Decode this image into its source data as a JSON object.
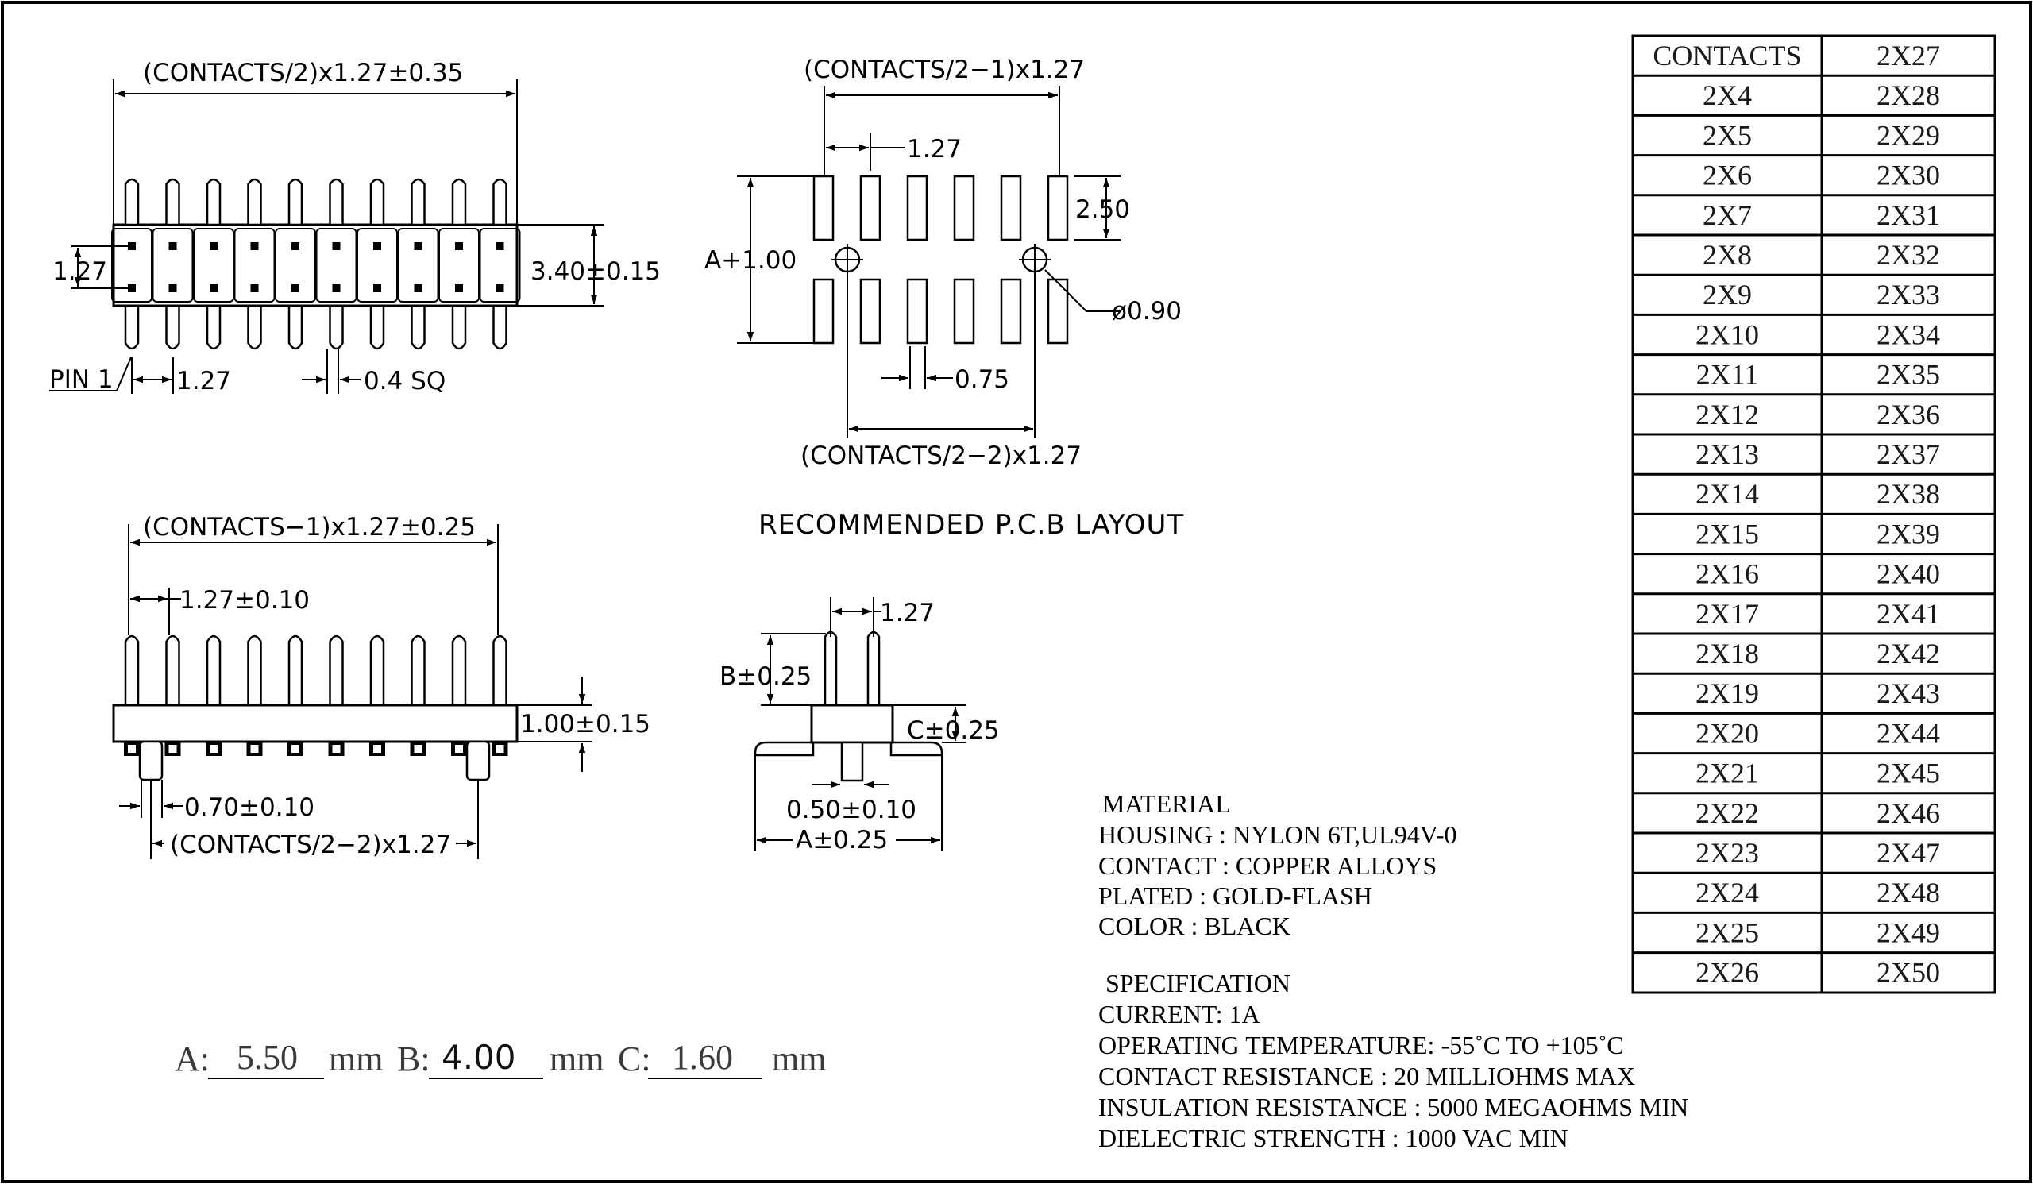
{
  "top_view": {
    "width_dim": "(CONTACTS/2)x1.27±0.35",
    "row_pitch": "1.27",
    "height_dim": "3.40±0.15",
    "pin1_label": "PIN 1",
    "pitch": "1.27",
    "pin_size": "0.4  SQ"
  },
  "pcb_layout": {
    "top_dim": "(CONTACTS/2−1)x1.27",
    "pitch": "1.27",
    "pad_length": "2.50",
    "a_dim": "A+1.00",
    "hole_dia": "ø0.90",
    "pad_width": "0.75",
    "bottom_dim": "(CONTACTS/2−2)x1.27",
    "title": "RECOMMENDED P.C.B LAYOUT"
  },
  "side_view": {
    "length_dim": "(CONTACTS−1)x1.27±0.25",
    "pitch": "1.27±0.10",
    "body_height": "1.00±0.15",
    "post_width": "0.70±0.10",
    "post_span": "(CONTACTS/2−2)x1.27"
  },
  "end_view": {
    "pitch": "1.27",
    "b_dim": "B±0.25",
    "c_dim": "C±0.25",
    "post_width": "0.50±0.10",
    "a_dim": "A±0.25"
  },
  "values": {
    "a_label": "A:",
    "a_value": "5.50",
    "a_unit": "mm",
    "b_label": "B:",
    "b_value": "4.00",
    "b_unit": "mm",
    "c_label": "C:",
    "c_value": "1.60",
    "c_unit": "mm"
  },
  "material": {
    "heading": "MATERIAL",
    "lines": [
      "HOUSING  :  NYLON 6T,UL94V-0",
      "CONTACT :  COPPER ALLOYS",
      "PLATED : GOLD-FLASH",
      "COLOR : BLACK"
    ]
  },
  "specification": {
    "heading": "SPECIFICATION",
    "lines": [
      "CURRENT: 1A",
      "OPERATING TEMPERATURE:  -55˚C  TO +105˚C",
      "CONTACT RESISTANCE : 20 MILLIOHMS MAX",
      "INSULATION RESISTANCE : 5000 MEGAOHMS MIN",
      "DIELECTRIC STRENGTH  : 1000 VAC MIN"
    ]
  },
  "contacts_table": {
    "header": "CONTACTS",
    "col1": [
      "2X4",
      "2X5",
      "2X6",
      "2X7",
      "2X8",
      "2X9",
      "2X10",
      "2X11",
      "2X12",
      "2X13",
      "2X14",
      "2X15",
      "2X16",
      "2X17",
      "2X18",
      "2X19",
      "2X20",
      "2X21",
      "2X22",
      "2X23",
      "2X24",
      "2X25",
      "2X26"
    ],
    "col2": [
      "2X27",
      "2X28",
      "2X29",
      "2X30",
      "2X31",
      "2X32",
      "2X33",
      "2X34",
      "2X35",
      "2X36",
      "2X37",
      "2X38",
      "2X39",
      "2X40",
      "2X41",
      "2X42",
      "2X43",
      "2X44",
      "2X45",
      "2X46",
      "2X47",
      "2X48",
      "2X49",
      "2X50"
    ]
  }
}
